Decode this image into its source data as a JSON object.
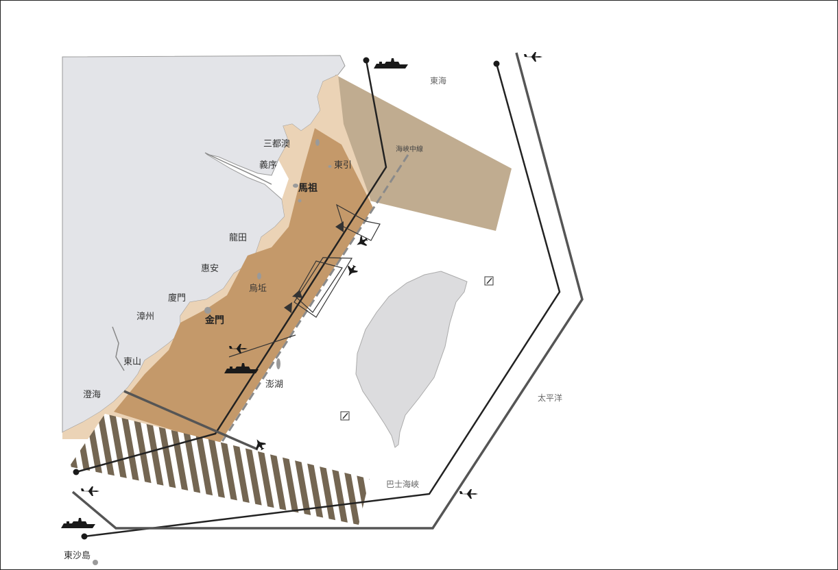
{
  "colors": {
    "land": "#e3e4e8",
    "coast_zone": "#ebd3b6",
    "exercise_zone": "#c4996a",
    "east_zone": "#b59d7c",
    "stripe": "#746652",
    "route_dark": "#222222",
    "route_gray": "#555555",
    "taiwan": "#dcdcde"
  },
  "labels": {
    "east_china_sea": "東海",
    "median_line": "海峽中線",
    "sandu_ao": "三都澳",
    "yixu": "義序",
    "dongyin": "東引",
    "matsu": "馬祖",
    "longtian": "龍田",
    "huian": "惠安",
    "wuqiu": "烏坵",
    "xiamen": "廈門",
    "zhangzhou": "漳州",
    "kinmen": "金門",
    "dongshan": "東山",
    "penghu": "澎湖",
    "chenghai": "澄海",
    "pacific": "太平洋",
    "bashi": "巴士海峽",
    "dongsha": "東沙島"
  },
  "icons": [
    "warship-icon",
    "aircraft-icon",
    "fighter-jet-icon",
    "destroyer-icon",
    "missile-launch-icon"
  ]
}
